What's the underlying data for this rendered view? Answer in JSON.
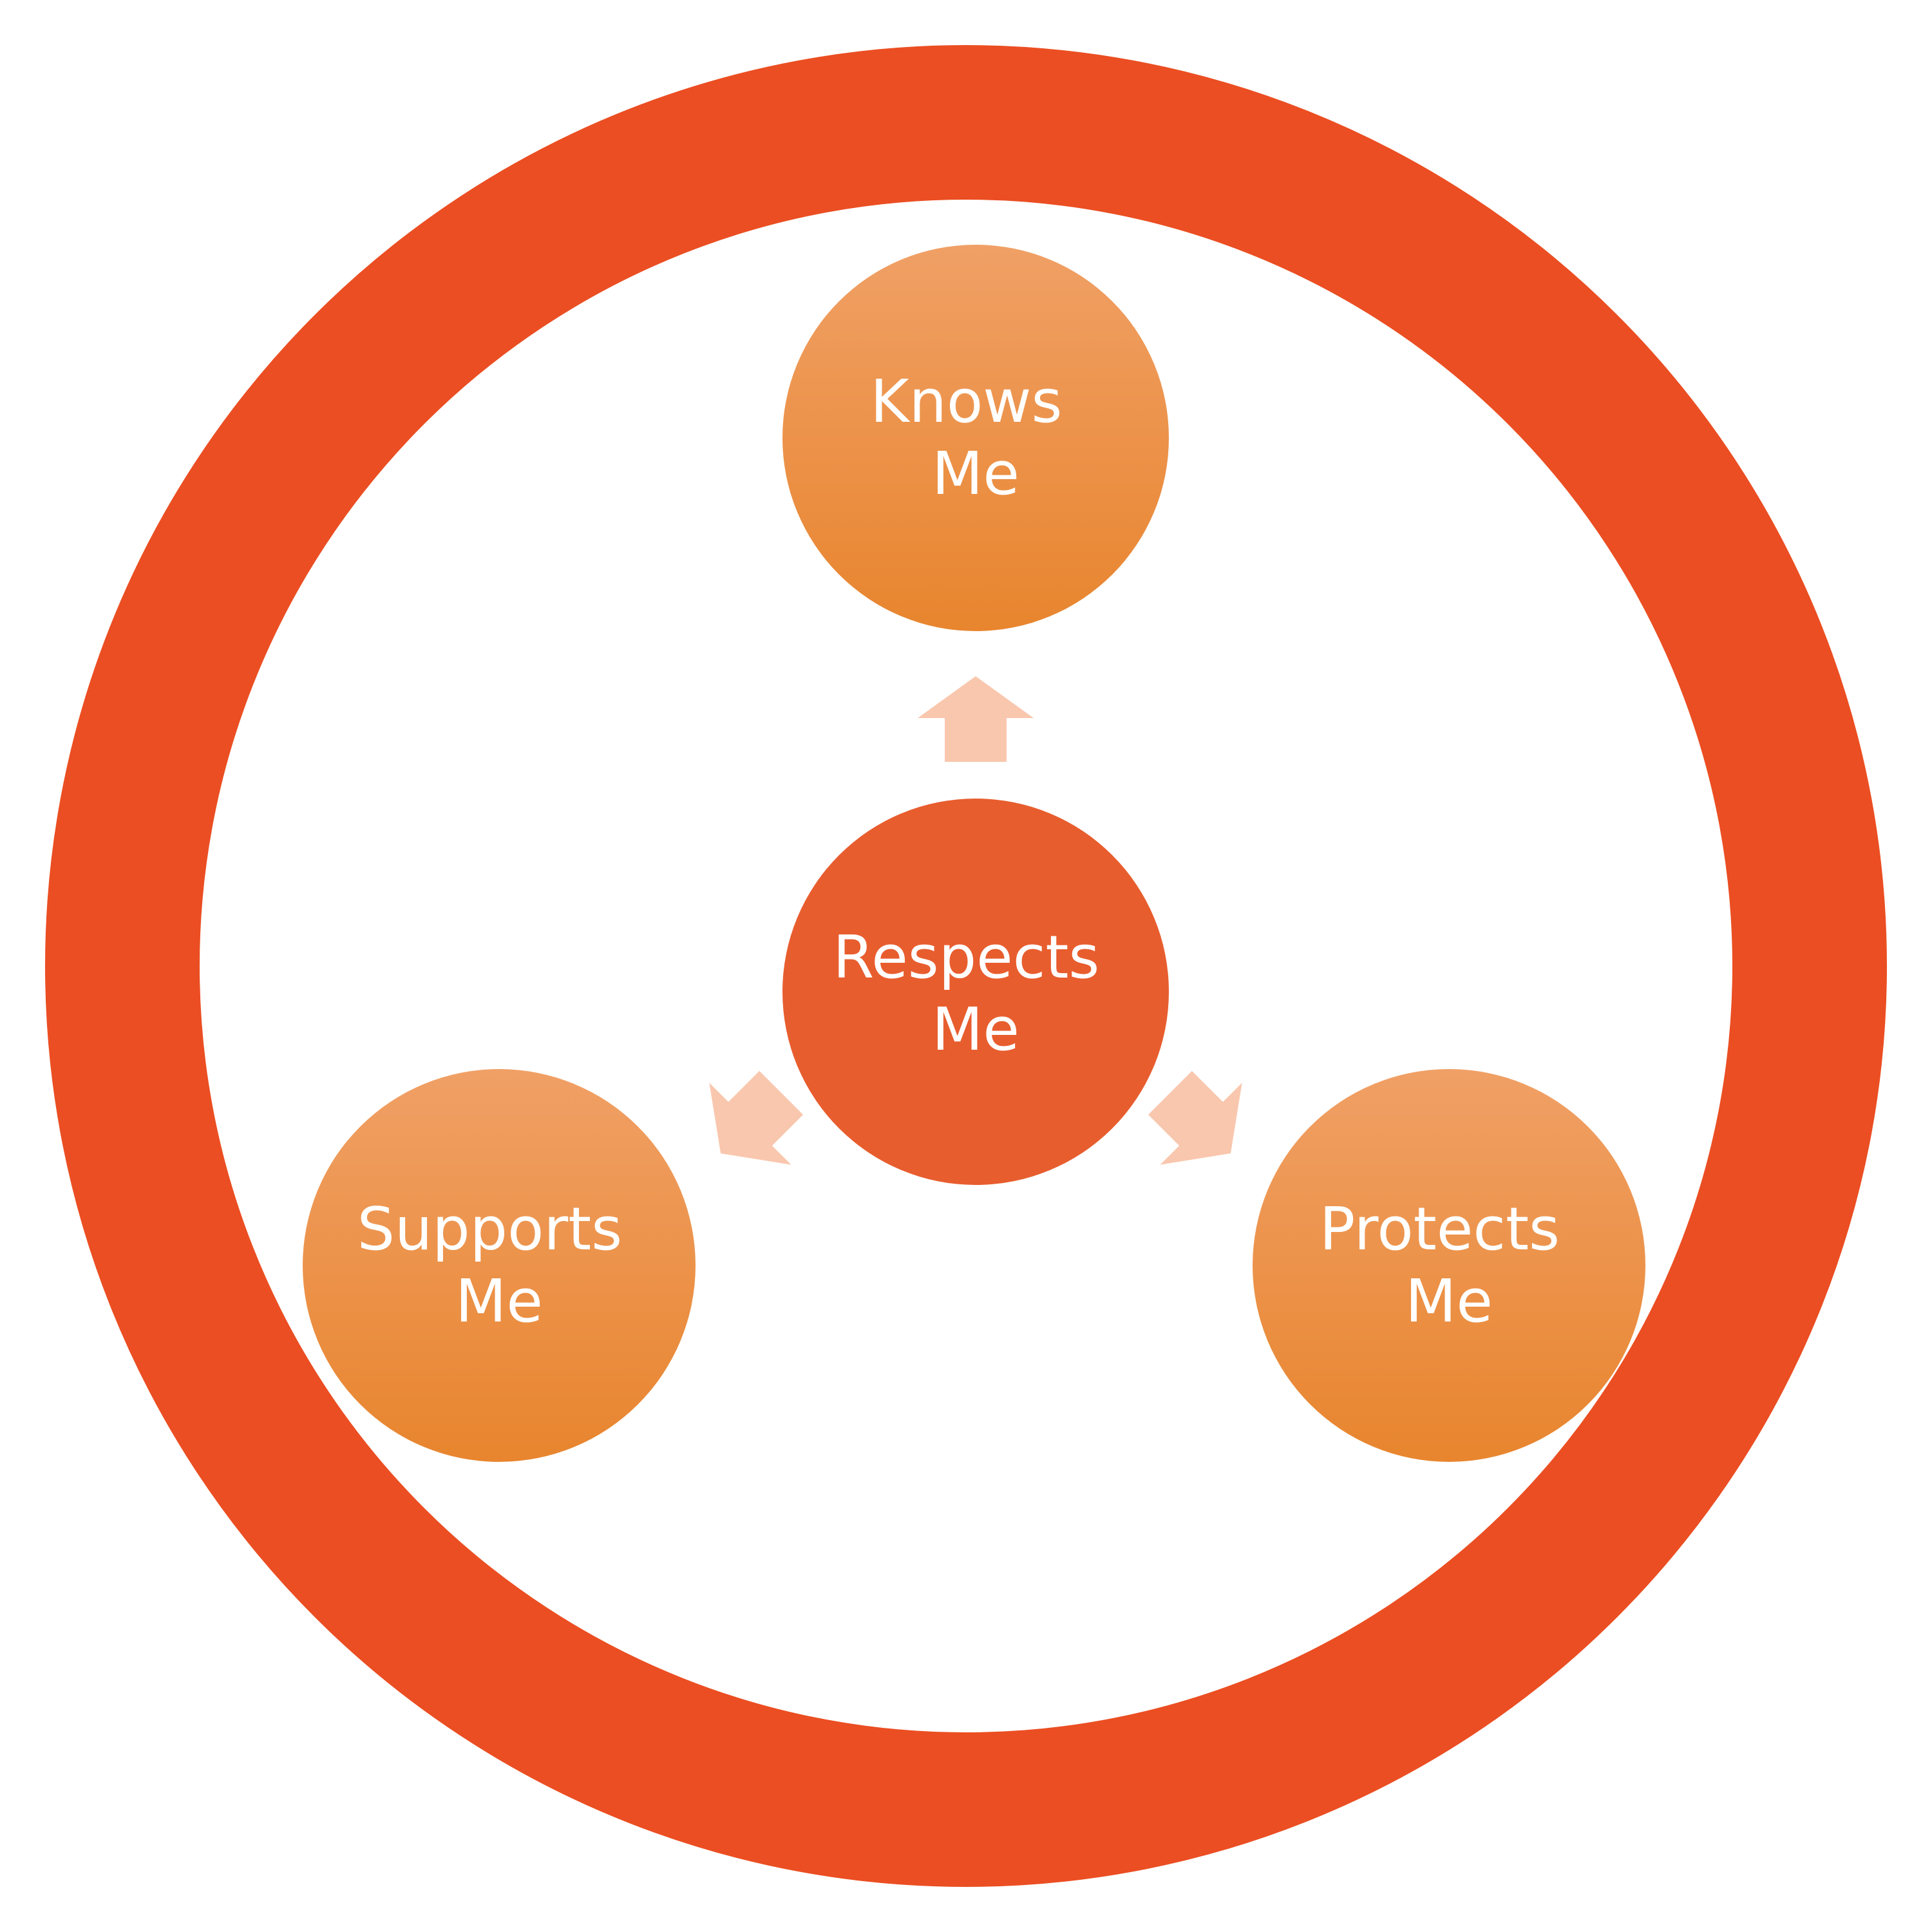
{
  "diagram": {
    "title": "Circle of Trust",
    "center": {
      "line1": "Respects",
      "line2": "Me"
    },
    "nodes": [
      {
        "line1": "Knows",
        "line2": "Me"
      },
      {
        "line1": "Supports",
        "line2": "Me"
      },
      {
        "line1": "Protects",
        "line2": "Me"
      }
    ]
  },
  "colors": {
    "ring": "#EB4E22",
    "center_fill": "#E85D2E",
    "node_fill_top": "#F0A066",
    "node_fill_bottom": "#E8852E",
    "arrow": "#F9C7AE",
    "text": "#FFFFFF"
  }
}
